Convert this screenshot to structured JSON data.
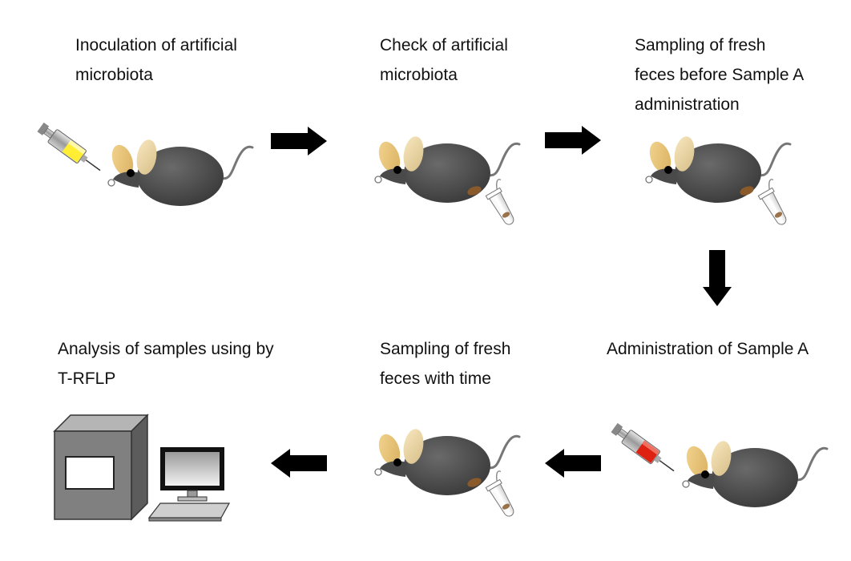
{
  "steps": [
    {
      "id": "inoculation",
      "lines": [
        "Inoculation of artificial",
        "microbiota"
      ]
    },
    {
      "id": "check",
      "lines": [
        "Check of artificial",
        "microbiota"
      ]
    },
    {
      "id": "sampling-before",
      "lines": [
        "Sampling of fresh",
        "feces before Sample A",
        "administration"
      ]
    },
    {
      "id": "administration",
      "lines": [
        "Administration of Sample A"
      ]
    },
    {
      "id": "sampling-time",
      "lines": [
        "Sampling of fresh",
        "feces with time"
      ]
    },
    {
      "id": "analysis",
      "lines": [
        "Analysis of samples using by",
        "T-RFLP"
      ]
    }
  ],
  "colors": {
    "mouse_body": "#4a4a4a",
    "mouse_ear": "#e8c77a",
    "arrow": "#000000",
    "syringe_inoculation_fill": "#ffee33",
    "syringe_administration_fill": "#dd2211",
    "feces": "#8a5a2b",
    "instrument": "#7a7a7a"
  },
  "icons": [
    "syringe-icon",
    "mouse-icon",
    "feces-pellet-icon",
    "sample-tube-icon",
    "arrow-icon",
    "instrument-icon",
    "computer-icon"
  ]
}
